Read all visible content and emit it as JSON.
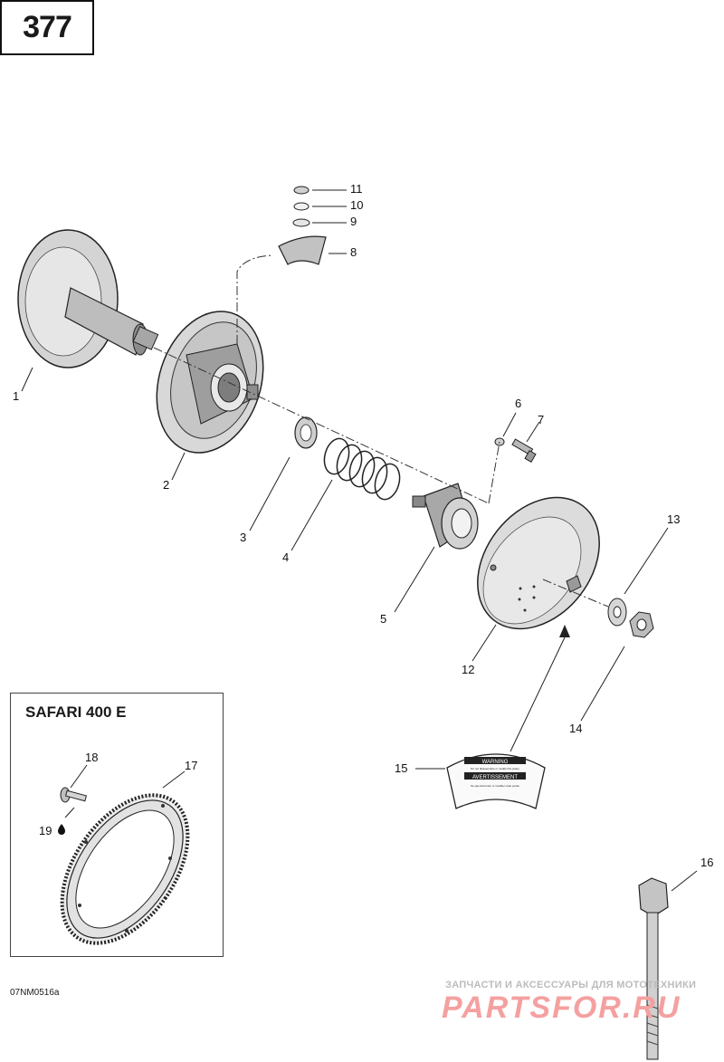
{
  "page_number": "377",
  "inset": {
    "title": "SAFARI 400 E"
  },
  "callouts": {
    "c1": "1",
    "c2": "2",
    "c3": "3",
    "c4": "4",
    "c5": "5",
    "c6": "6",
    "c7": "7",
    "c8": "8",
    "c9": "9",
    "c10": "10",
    "c11": "11",
    "c12": "12",
    "c13": "13",
    "c14": "14",
    "c15": "15",
    "c16": "16",
    "c17": "17",
    "c18": "18",
    "c19": "19"
  },
  "drawing_code": "07NM0516a",
  "watermark": {
    "line1": "ЗАПЧАСТИ И АКСЕССУАРЫ ДЛЯ МОТОТЕХНИКИ",
    "line2": "PARTSFOR.RU"
  },
  "label_15": {
    "line1": "WARNING",
    "line2": "Do not disassemble or modify this pulley",
    "line3": "AVERTISSEMENT",
    "line4": "Ne pas démonter ni modifier cette poulie"
  }
}
